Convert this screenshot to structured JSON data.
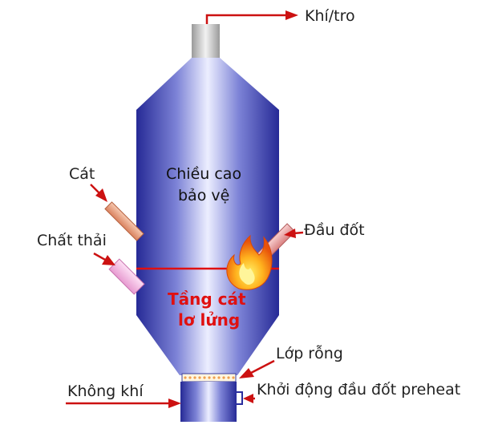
{
  "labels": {
    "gas_ash": "Khí/tro",
    "sand": "Cát",
    "waste": "Chất thải",
    "burner": "Đầu đốt",
    "freeboard_line1": "Chiều cao",
    "freeboard_line2": "bảo vệ",
    "bed_line1": "Tầng cát",
    "bed_line2": "lơ lửng",
    "plenum": "Lớp rỗng",
    "air": "Không khí",
    "preheat_burner": "Khởi động đầu đốt preheat"
  },
  "colors": {
    "arrow": "#cc1111",
    "bed_text": "#e01010",
    "vessel_dark": "#2a2e9e",
    "vessel_light": "#e8eaff",
    "chimney": "#c8c8c8",
    "sand_pipe": "#e9a07f",
    "waste_pipe": "#f4b8e4",
    "burner_pipe": "#eba3a3"
  }
}
